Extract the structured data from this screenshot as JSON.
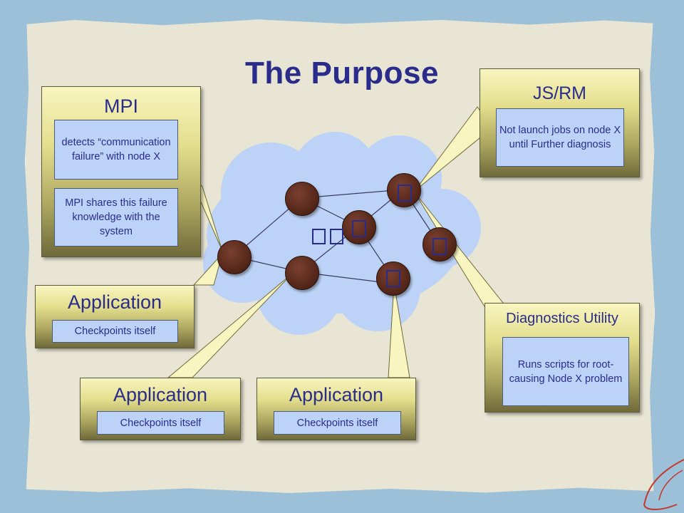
{
  "title": "The Purpose",
  "mpi": {
    "title": "MPI",
    "box1": "detects “communication failure” with node X",
    "box2": "MPI shares this failure knowledge with the system"
  },
  "jsrm": {
    "title": "JS/RM",
    "box": "Not launch jobs on node X until Further diagnosis"
  },
  "diagnostics": {
    "title": "Diagnostics Utility",
    "box": "Runs scripts for root-causing Node X problem"
  },
  "applications": [
    {
      "title": "Application",
      "box": "Checkpoints itself"
    },
    {
      "title": "Application",
      "box": "Checkpoints itself"
    },
    {
      "title": "Application",
      "box": "Checkpoints itself"
    }
  ],
  "colors": {
    "title": "#2a2c8c",
    "cloud": "#bcd2f6",
    "node": "#5a2a1c",
    "panel_top": "#f8f5c0",
    "panel_bottom": "#6f6a3a"
  }
}
